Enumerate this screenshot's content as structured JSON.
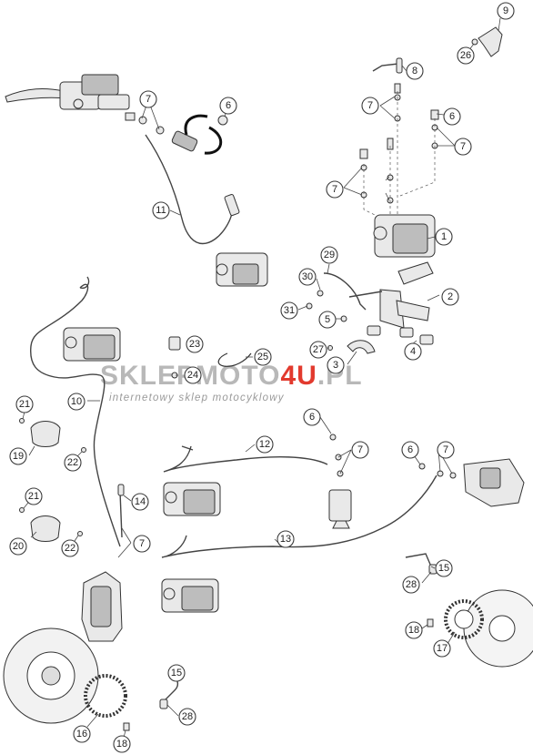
{
  "watermark": {
    "part1": "SKLEP",
    "part2": "MOTO",
    "part3": "4U",
    "part4": ".PL",
    "subtitle": "internetowy sklep motocyklowy",
    "gray_color": "#b5b5b5",
    "red_color": "#e23a2e"
  },
  "callouts": [
    {
      "id": "c9a",
      "label": "9"
    },
    {
      "id": "c26",
      "label": "26"
    },
    {
      "id": "c8",
      "label": "8"
    },
    {
      "id": "c7a",
      "label": "7"
    },
    {
      "id": "c6a",
      "label": "6"
    },
    {
      "id": "c7b",
      "label": "7"
    },
    {
      "id": "c6b",
      "label": "6"
    },
    {
      "id": "c7c",
      "label": "7"
    },
    {
      "id": "c7d",
      "label": "7"
    },
    {
      "id": "c11",
      "label": "11"
    },
    {
      "id": "c1",
      "label": "1"
    },
    {
      "id": "c29",
      "label": "29"
    },
    {
      "id": "c30",
      "label": "30"
    },
    {
      "id": "c2",
      "label": "2"
    },
    {
      "id": "c31",
      "label": "31"
    },
    {
      "id": "c5",
      "label": "5"
    },
    {
      "id": "c23",
      "label": "23"
    },
    {
      "id": "c27",
      "label": "27"
    },
    {
      "id": "c4",
      "label": "4"
    },
    {
      "id": "c25",
      "label": "25"
    },
    {
      "id": "c3",
      "label": "3"
    },
    {
      "id": "c24",
      "label": "24"
    },
    {
      "id": "c21a",
      "label": "21"
    },
    {
      "id": "c10",
      "label": "10"
    },
    {
      "id": "c6c",
      "label": "6"
    },
    {
      "id": "c12",
      "label": "12"
    },
    {
      "id": "c7e",
      "label": "7"
    },
    {
      "id": "c6d",
      "label": "6"
    },
    {
      "id": "c7f",
      "label": "7"
    },
    {
      "id": "c19",
      "label": "19"
    },
    {
      "id": "c22a",
      "label": "22"
    },
    {
      "id": "c21b",
      "label": "21"
    },
    {
      "id": "c14",
      "label": "14"
    },
    {
      "id": "c20",
      "label": "20"
    },
    {
      "id": "c22b",
      "label": "22"
    },
    {
      "id": "c7g",
      "label": "7"
    },
    {
      "id": "c13",
      "label": "13"
    },
    {
      "id": "c15a",
      "label": "15"
    },
    {
      "id": "c28a",
      "label": "28"
    },
    {
      "id": "c18a",
      "label": "18"
    },
    {
      "id": "c17",
      "label": "17"
    },
    {
      "id": "c15b",
      "label": "15"
    },
    {
      "id": "c28b",
      "label": "28"
    },
    {
      "id": "c16",
      "label": "16"
    },
    {
      "id": "c18b",
      "label": "18"
    }
  ]
}
